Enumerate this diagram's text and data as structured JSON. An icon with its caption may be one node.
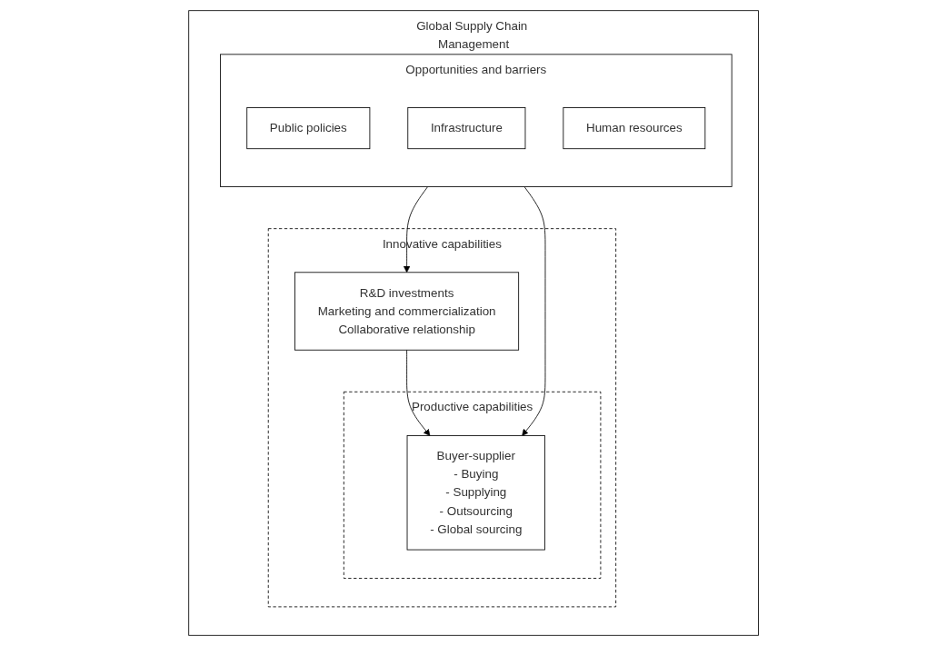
{
  "diagram": {
    "nodes": [
      {
        "text": [
          "Global Supply Chain Management"
        ]
      },
      {
        "text": [
          "Opportunities and barriers"
        ],
        "in": 0
      },
      {
        "text": [
          "Public policies"
        ],
        "in": 1
      },
      {
        "text": [
          "Infrastructure"
        ],
        "in": 1
      },
      {
        "text": [
          "Human resources"
        ],
        "in": 1
      },
      {
        "text": [
          "Innovative capabilities"
        ],
        "in": 0
      },
      {
        "text": [
          "R&D investments",
          "Marketing and commercialization",
          "Collaborative relationship"
        ],
        "in": 5
      },
      {
        "text": [
          "Productive capabilities"
        ],
        "in": 5
      },
      {
        "text": [
          "Buyer-supplier",
          "- Buying",
          "- Supplying",
          "- Outsourcing",
          "- Global sourcing"
        ],
        "in": 7
      }
    ],
    "edges": [
      {
        "from": 1,
        "to": 6,
        "arrow": "to"
      },
      {
        "from": 6,
        "to": 8,
        "arrow": "to"
      },
      {
        "from": 1,
        "to": 8,
        "arrow": "to"
      }
    ]
  }
}
